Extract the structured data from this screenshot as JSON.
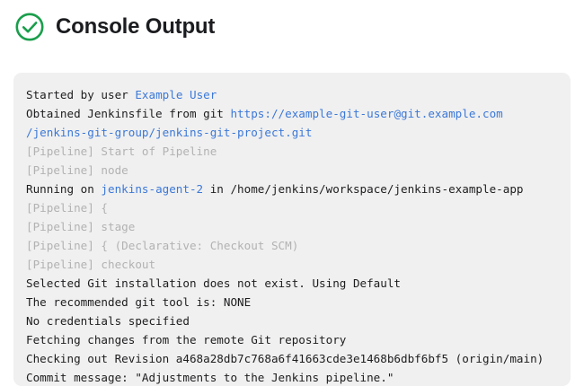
{
  "header": {
    "title": "Console Output",
    "status_icon": "check-circle-icon",
    "status_color": "#1a9e4b"
  },
  "colors": {
    "page_background": "#ffffff",
    "panel_background": "#f0f0f0",
    "text": "#1d1d1f",
    "muted_text": "#b2b2b2",
    "link": "#3b78d8"
  },
  "console": {
    "lines": [
      {
        "style": "normal",
        "parts": [
          {
            "text": "Started by user ",
            "type": "text"
          },
          {
            "text": "Example User",
            "type": "link"
          }
        ]
      },
      {
        "style": "normal",
        "parts": [
          {
            "text": "Obtained Jenkinsfile from git ",
            "type": "text"
          },
          {
            "text": "https://example-git-user@git.example.com",
            "type": "link"
          }
        ]
      },
      {
        "style": "normal",
        "parts": [
          {
            "text": "/jenkins-git-group/jenkins-git-project.git",
            "type": "link"
          }
        ]
      },
      {
        "style": "muted",
        "parts": [
          {
            "text": "[Pipeline] Start of Pipeline",
            "type": "text"
          }
        ]
      },
      {
        "style": "muted",
        "parts": [
          {
            "text": "[Pipeline] node",
            "type": "text"
          }
        ]
      },
      {
        "style": "normal",
        "parts": [
          {
            "text": "Running on ",
            "type": "text"
          },
          {
            "text": "jenkins-agent-2",
            "type": "link"
          },
          {
            "text": " in /home/jenkins/workspace/jenkins-example-app",
            "type": "text"
          }
        ]
      },
      {
        "style": "muted",
        "parts": [
          {
            "text": "[Pipeline] {",
            "type": "text"
          }
        ]
      },
      {
        "style": "muted",
        "parts": [
          {
            "text": "[Pipeline] stage",
            "type": "text"
          }
        ]
      },
      {
        "style": "muted",
        "parts": [
          {
            "text": "[Pipeline] { (Declarative: Checkout SCM)",
            "type": "text"
          }
        ]
      },
      {
        "style": "muted",
        "parts": [
          {
            "text": "[Pipeline] checkout",
            "type": "text"
          }
        ]
      },
      {
        "style": "normal",
        "parts": [
          {
            "text": "Selected Git installation does not exist. Using Default",
            "type": "text"
          }
        ]
      },
      {
        "style": "normal",
        "parts": [
          {
            "text": "The recommended git tool is: NONE",
            "type": "text"
          }
        ]
      },
      {
        "style": "normal",
        "parts": [
          {
            "text": "No credentials specified",
            "type": "text"
          }
        ]
      },
      {
        "style": "normal",
        "parts": [
          {
            "text": "Fetching changes from the remote Git repository",
            "type": "text"
          }
        ]
      },
      {
        "style": "normal",
        "parts": [
          {
            "text": "Checking out Revision a468a28db7c768a6f41663cde3e1468b6dbf6bf5 (origin/main)",
            "type": "text"
          }
        ]
      },
      {
        "style": "normal",
        "parts": [
          {
            "text": "Commit message: \"Adjustments to the Jenkins pipeline.\"",
            "type": "text"
          }
        ]
      }
    ]
  }
}
